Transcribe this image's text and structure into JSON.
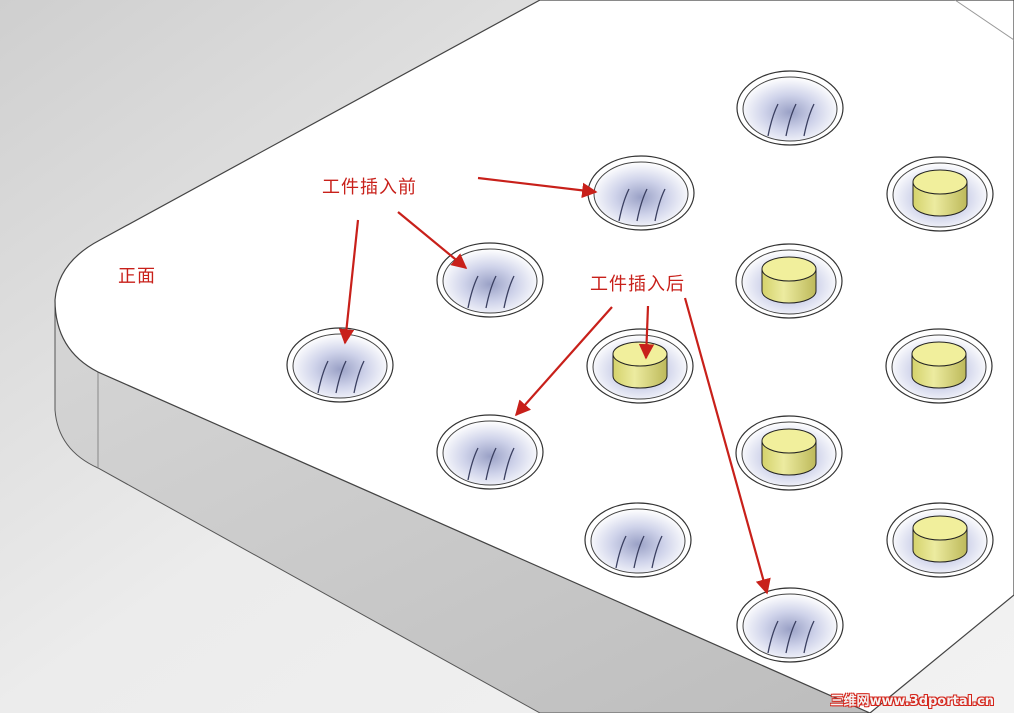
{
  "labels": {
    "before_insert": "工件插入前",
    "after_insert": "工件插入后",
    "front": "正面"
  },
  "watermark": "三维网www.3dportal.cn",
  "colors": {
    "background": "#e4e4e4",
    "plate_top": "#ffffff",
    "plate_side": "#cfcfcf",
    "annotation": "#c8201a",
    "workpiece": "#f1ef9c"
  },
  "holes": [
    {
      "id": "r1c1",
      "state": "empty"
    },
    {
      "id": "r2c1",
      "state": "empty"
    },
    {
      "id": "r2c2",
      "state": "inserted"
    },
    {
      "id": "r3c0",
      "state": "empty"
    },
    {
      "id": "r3c1",
      "state": "inserted"
    },
    {
      "id": "r4c0",
      "state": "empty"
    },
    {
      "id": "r4c1",
      "state": "inserted"
    },
    {
      "id": "r4c2",
      "state": "inserted"
    },
    {
      "id": "r5c0",
      "state": "empty"
    },
    {
      "id": "r5c1",
      "state": "inserted"
    },
    {
      "id": "r6c0",
      "state": "empty"
    },
    {
      "id": "r6c1",
      "state": "inserted"
    },
    {
      "id": "r7c0",
      "state": "empty"
    }
  ]
}
